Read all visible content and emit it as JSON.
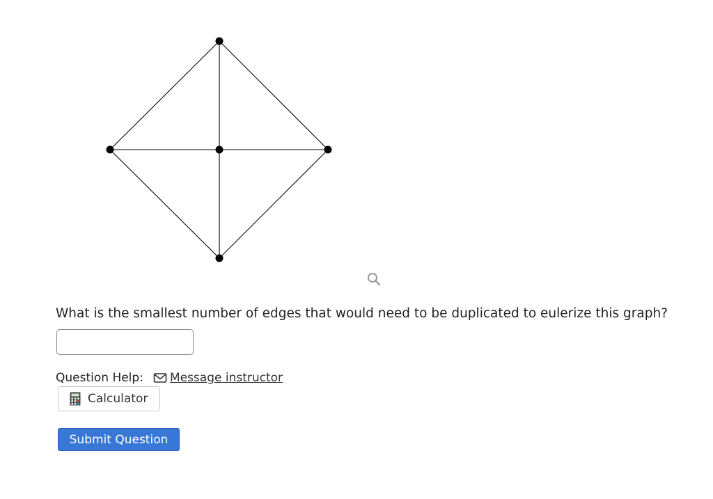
{
  "figure": {
    "nodes": [
      {
        "id": "top"
      },
      {
        "id": "left"
      },
      {
        "id": "center"
      },
      {
        "id": "right"
      },
      {
        "id": "bottom"
      }
    ],
    "edges": [
      [
        "top",
        "left"
      ],
      [
        "top",
        "right"
      ],
      [
        "top",
        "center"
      ],
      [
        "left",
        "center"
      ],
      [
        "center",
        "right"
      ],
      [
        "left",
        "bottom"
      ],
      [
        "right",
        "bottom"
      ],
      [
        "center",
        "bottom"
      ]
    ],
    "zoom_icon": "magnifier-icon"
  },
  "question": {
    "text": "What is the smallest number of edges that would need to be duplicated to eulerize this graph?",
    "answer_value": "",
    "answer_placeholder": ""
  },
  "help": {
    "label": "Question Help:",
    "message_icon": "mail-icon",
    "message_link": "Message instructor"
  },
  "calculator": {
    "icon": "calculator-icon",
    "label": "Calculator"
  },
  "submit": {
    "label": "Submit Question",
    "color": "#3777d6"
  }
}
